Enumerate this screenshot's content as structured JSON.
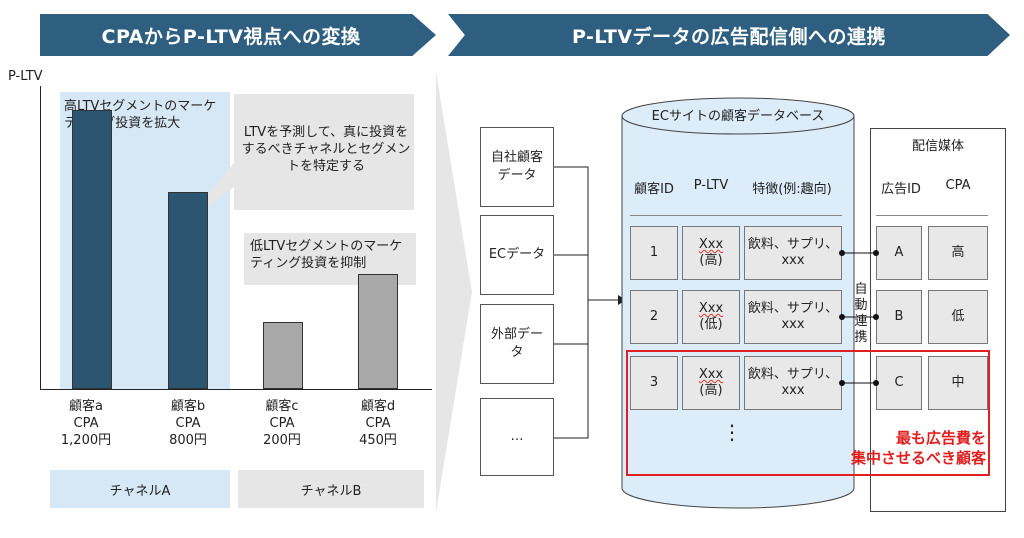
{
  "banners": {
    "left": "CPAからP-LTV視点への変換",
    "right": "P-LTVデータの広告配信側への連携"
  },
  "chart": {
    "ylabel": "P-LTV",
    "high_segment_note": "高LTVセグメントのマーケティング投資を拡大",
    "callout": "LTVを予測して、真に投資をするべきチャネルとセグメントを特定する",
    "low_segment_note": "低LTVセグメントのマーケティング投資を抑制",
    "customers": [
      {
        "name": "顧客a",
        "cpa_label": "CPA",
        "cpa": "1,200円"
      },
      {
        "name": "顧客b",
        "cpa_label": "CPA",
        "cpa": "800円"
      },
      {
        "name": "顧客c",
        "cpa_label": "CPA",
        "cpa": "200円"
      },
      {
        "name": "顧客d",
        "cpa_label": "CPA",
        "cpa": "450円"
      }
    ],
    "channels": [
      "チャネルA",
      "チャネルB"
    ]
  },
  "chart_data": {
    "type": "bar",
    "categories": [
      "顧客a",
      "顧客b",
      "顧客c",
      "顧客d"
    ],
    "values": [
      92,
      65,
      22,
      38
    ],
    "ylabel": "P-LTV",
    "ylim": [
      0,
      100
    ]
  },
  "sources": [
    "自社顧客データ",
    "ECデータ",
    "外部データ",
    "…"
  ],
  "database": {
    "title": "ECサイトの顧客データベース",
    "headers": [
      "顧客ID",
      "P-LTV",
      "特徴(例:趣向)"
    ],
    "rows": [
      {
        "id": "1",
        "ltv_value": "Xxx",
        "ltv_level": "(高)",
        "feature": "飲料、サプリ、xxx"
      },
      {
        "id": "2",
        "ltv_value": "Xxx",
        "ltv_level": "(低)",
        "feature": "飲料、サプリ、xxx"
      },
      {
        "id": "3",
        "ltv_value": "Xxx",
        "ltv_level": "(高)",
        "feature": "飲料、サプリ、xxx"
      }
    ],
    "ellipsis": "⋮"
  },
  "auto_link": "自動連携",
  "media": {
    "title": "配信媒体",
    "headers": [
      "広告ID",
      "CPA"
    ],
    "rows": [
      {
        "ad_id": "A",
        "cpa": "高"
      },
      {
        "ad_id": "B",
        "cpa": "低"
      },
      {
        "ad_id": "C",
        "cpa": "中"
      }
    ]
  },
  "highlight_note": {
    "line1": "最も広告費を",
    "line2": "集中させるべき顧客"
  },
  "colors": {
    "banner": "#2f5f80",
    "bar_dark": "#2b5570",
    "bar_gray": "#a9a9a9",
    "highlight": "#e02020",
    "segment_bg": "#d6e8f5",
    "note_bg": "#e6e6e6"
  }
}
